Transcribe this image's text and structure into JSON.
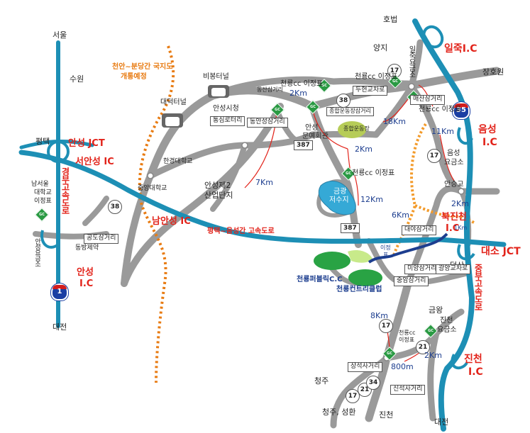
{
  "cities": {
    "seoul": "서울",
    "suwon": "수원",
    "pyeongtaek": "평택",
    "daejeon_left": "대전",
    "hobeop": "호법",
    "yangji": "양지",
    "janghowon": "장호원",
    "deoksan": "덕산",
    "geumwang": "금왕",
    "cheongju": "청주",
    "cheongju_seonghwan": "청주, 성환",
    "jincheon_bottom": "진천",
    "daejeon_right": "대전"
  },
  "interchanges": {
    "anseong_jct": "안성 JCT",
    "seoan_ic": "서안성 IC",
    "namanseong_ic": "남안성 IC",
    "anseong_ic_top": "안성",
    "anseong_ic_bottom": "I.C",
    "iljuk_ic": "일죽I.C",
    "eumseong_ic_top": "음성",
    "eumseong_ic_bottom": "I.C",
    "bukjincheon_top": "북진천",
    "bukjincheon_bottom": "I.C",
    "daeso_jct": "대소 JCT",
    "jincheon_ic_top": "진천",
    "jincheon_ic_bottom": "I.C"
  },
  "expressways": {
    "gyeongbu": "경부고속도로",
    "jungbu": "중부고속도로",
    "pyeongtaek_eumseong": "평택~음성간 고속도로",
    "cheonan_note_1": "천안~분당간 국지도",
    "cheonan_note_2": "개통예정"
  },
  "route_numbers": {
    "r38_left": "38",
    "r38_top": "38",
    "r17_top": "17",
    "r17_mid": "17",
    "r17_bottom": "17",
    "r17_cheongju": "17",
    "r21_right": "21",
    "r21_bottom": "21",
    "r34": "34",
    "r387_top": "387",
    "r387_mid": "387",
    "hwy_1": "1",
    "hwy_35": "35"
  },
  "places": {
    "daedeok_tunnel": "대덕터널",
    "bibong_tunnel": "비봉터널",
    "anseong_cityhall": "안성시청",
    "tongsim_rotary": "통심로터리",
    "hankyong_univ": "한경대학교",
    "jungang_univ": "중앙대학교",
    "anseong_industrial_1": "안성제2",
    "anseong_industrial_2": "산업단지",
    "anseong_arts_1": "안성",
    "anseong_arts_2": "문예회관",
    "dongsan_cross": "동산삼거리",
    "dongan_cross": "동안성삼거리",
    "cheonryong_sign_top": "천룡cc 이정표",
    "cheonryong_sign_mid": "천룡cc 이정표",
    "cheonryong_sign_right": "천룡cc 이정표",
    "cheonryong_sign_r2": "천룡cc 이정표",
    "duhyeon_cross": "두현교차로",
    "maesan_cross": "매산삼거리",
    "sports_complex": "종합운동장",
    "sports_cross": "종합운동장삼거리",
    "geumgwang_reservoir_1": "금광",
    "geumgwang_reservoir_2": "저수지",
    "geumgwang_toll": "일죽요금소",
    "eumseong_toll_1": "음성",
    "eumseong_toll_2": "요금소",
    "ansung_bridge": "안승교",
    "daeya_cross": "대야삼거리",
    "miyang_cross": "미양삼거리",
    "gwangyang_cross": "광양교차로",
    "jungam_cross": "중암삼거리",
    "sinseok_cross": "신석사거리",
    "sangsak_cross": "상석사거리",
    "jincheon_toll_1": "진천",
    "jincheon_toll_2": "요금소",
    "namseoul_1": "남서울",
    "namseoul_2": "대학교",
    "namseoul_3": "이정표",
    "gongdo_cross": "공도삼거리",
    "dongbang_pharma": "동방제약",
    "anseong_toll": "안성요금소",
    "route_label_1": "이정",
    "route_label_2": "표",
    "cheonryong_public": "천룡퍼블릭C.C",
    "cheonryong_country": "천룡컨트리클럽",
    "cc_sign_bottom_1": "천룡cc",
    "cc_sign_bottom_2": "이정표"
  },
  "distances": {
    "d_2km_top": "2Km",
    "d_18km": "18Km",
    "d_11km": "11Km",
    "d_2km_mid": "2Km",
    "d_7km": "7Km",
    "d_12km": "12Km",
    "d_2km_right": "2Km",
    "d_6km": "6Km",
    "d_1km": "1Km",
    "d_8km": "8Km",
    "d_2km_bottom": "2Km",
    "d_800m": "800m"
  },
  "colors": {
    "expressway": "#1d8fb5",
    "road": "#999999",
    "planned": "#e87b12",
    "route_red": "#e2231a",
    "route_blue": "#1d3e8f",
    "reservoir": "#35a9d6"
  }
}
